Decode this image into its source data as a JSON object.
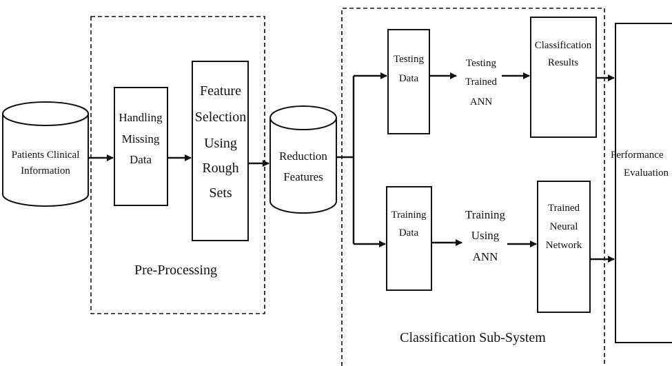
{
  "diagram": {
    "pre_processing_label": "Pre-Processing",
    "classification_label": "Classification Sub-System",
    "patients": [
      "Patients Clinical",
      "Information"
    ],
    "handling": [
      "Handling",
      "Missing",
      "Data"
    ],
    "feature": [
      "Feature",
      "Selection",
      "Using",
      "Rough",
      "Sets"
    ],
    "reduction": [
      "Reduction",
      "Features"
    ],
    "testing_data": [
      "Testing",
      "Data"
    ],
    "testing_trained": [
      "Testing",
      "Trained",
      "ANN"
    ],
    "classification_results": [
      "Classification",
      "Results"
    ],
    "training_data": [
      "Training",
      "Data"
    ],
    "training_using": [
      "Training",
      "Using",
      "ANN"
    ],
    "trained_network": [
      "Trained",
      "Neural",
      "Network"
    ],
    "performance": [
      "Performance",
      "Evaluation"
    ]
  }
}
